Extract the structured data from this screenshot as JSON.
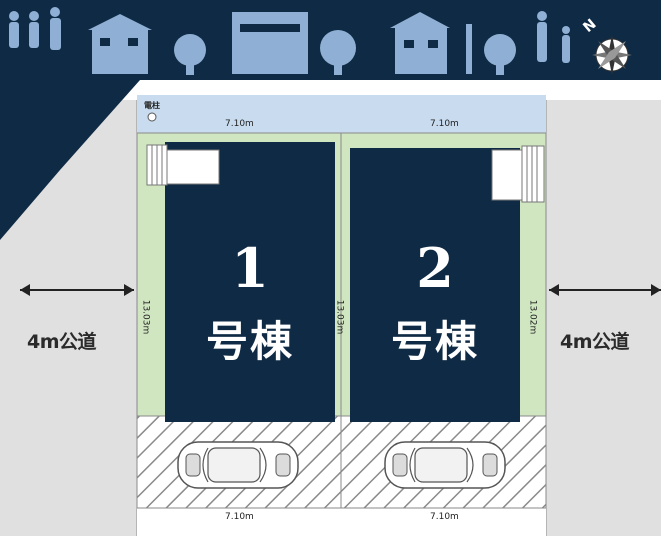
{
  "roads": {
    "left_label": "4m公道",
    "right_label": "4m公道"
  },
  "lots": [
    {
      "building_number": "1",
      "building_suffix": "号棟",
      "top_width": "7.10m",
      "bottom_width": "7.10m",
      "left_depth": "13.03m"
    },
    {
      "building_number": "2",
      "building_suffix": "号棟",
      "top_width": "7.10m",
      "bottom_width": "7.10m",
      "left_depth": "13.03m",
      "right_depth": "13.02m"
    }
  ],
  "utility_pole": {
    "label": "電柱"
  },
  "compass": {
    "north_label": "N"
  },
  "colors": {
    "navy": "#0f2a44",
    "road_gray": "#e0e0e0",
    "lot_green": "#cfe6c0",
    "top_strip_blue": "#c9dcef",
    "silhouette_blue": "#8fb0d4"
  }
}
